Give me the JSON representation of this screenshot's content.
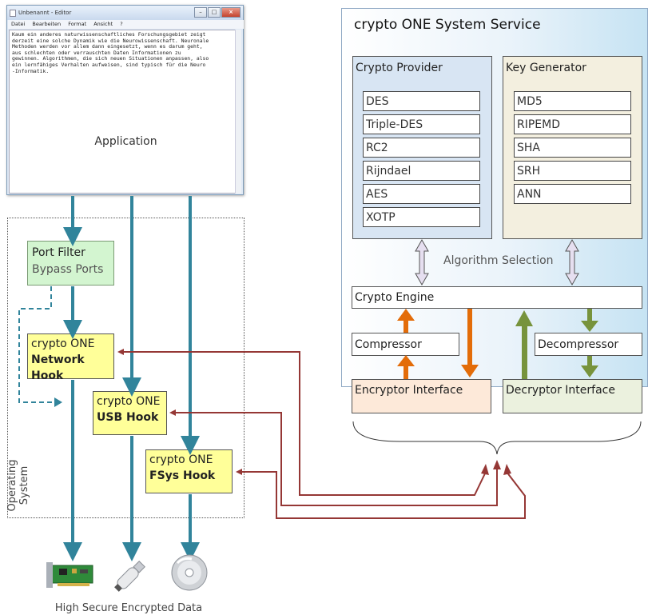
{
  "colors": {
    "flow_arrow": "#31849b",
    "api_arrow": "#953735",
    "encrypt_arrow": "#e36c09",
    "decrypt_arrow": "#77933c",
    "algorithm_selection_arrow": "#ccc0da",
    "hook_fill": "#ffff99",
    "port_filter_fill": "#d3f5d0",
    "provider_fill": "#d8e5f3",
    "keygen_fill": "#f3efdf"
  },
  "editor": {
    "title": "Unbenannt - Editor",
    "menu": [
      "Datei",
      "Bearbeiten",
      "Format",
      "Ansicht",
      "?"
    ],
    "text": "Kaum ein anderes naturwissenschaftliches Forschungsgebiet zeigt\nderzeit eine solche Dynamik wie die Neurowissenschaft. Neuronale\nMethoden werden vor allem dann eingesetzt, wenn es darum geht,\naus schlechten oder verrauschten Daten Informationen zu\ngewinnen. Algorithmen, die sich neuen Situationen anpassen, also\nein lernfähiges Verhalten aufweisen, sind typisch für die Neuro\n-Informatik.",
    "label": "Application"
  },
  "os": {
    "label_line1": "Operating",
    "label_line2": "System",
    "port_filter": {
      "line1": "Port Filter",
      "line2": "Bypass Ports"
    },
    "network_hook": {
      "line1": "crypto ONE",
      "line2": "Network Hook"
    },
    "usb_hook": {
      "line1": "crypto ONE",
      "line2": "USB Hook"
    },
    "fsys_hook": {
      "line1": "crypto ONE",
      "line2": "FSys Hook"
    }
  },
  "devices": {
    "icons": [
      "network-card-icon",
      "usb-stick-icon",
      "disc-icon"
    ],
    "label": "High Secure Encrypted Data"
  },
  "service": {
    "title": "crypto ONE System Service",
    "crypto_provider": {
      "title": "Crypto Provider",
      "algorithms": [
        "DES",
        "Triple-DES",
        "RC2",
        "Rijndael",
        "AES",
        "XOTP"
      ]
    },
    "key_generator": {
      "title": "Key Generator",
      "algorithms": [
        "MD5",
        "RIPEMD",
        "SHA",
        "SRH",
        "ANN"
      ]
    },
    "algorithm_selection": "Algorithm Selection",
    "crypto_engine": "Crypto Engine",
    "compressor": "Compressor",
    "decompressor": "Decompressor",
    "encryptor_interface": "Encryptor Interface",
    "decryptor_interface": "Decryptor Interface"
  }
}
